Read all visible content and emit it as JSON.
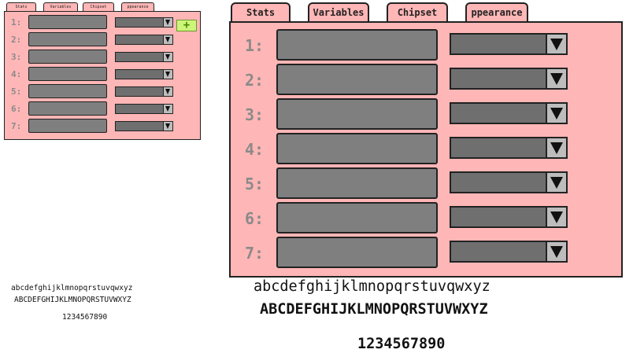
{
  "tabs": [
    "Stats",
    "Variables",
    "Chipset",
    "ppearance"
  ],
  "rows": [
    "1:",
    "2:",
    "3:",
    "4:",
    "5:",
    "6:",
    "7:"
  ],
  "add_button": "+",
  "font_sample": {
    "lower": "abcdefghijklmnopqrstuvqwxyz",
    "upper": "ABCDEFGHIJKLMNOPQRSTUVWXYZ",
    "digits": "1234567890"
  },
  "colors": {
    "panel": "#ffb6b6",
    "field": "#7f7f7f",
    "select": "#6f6f6f",
    "arrow": "#bdbdbd",
    "add_button": "#ccf57a"
  }
}
